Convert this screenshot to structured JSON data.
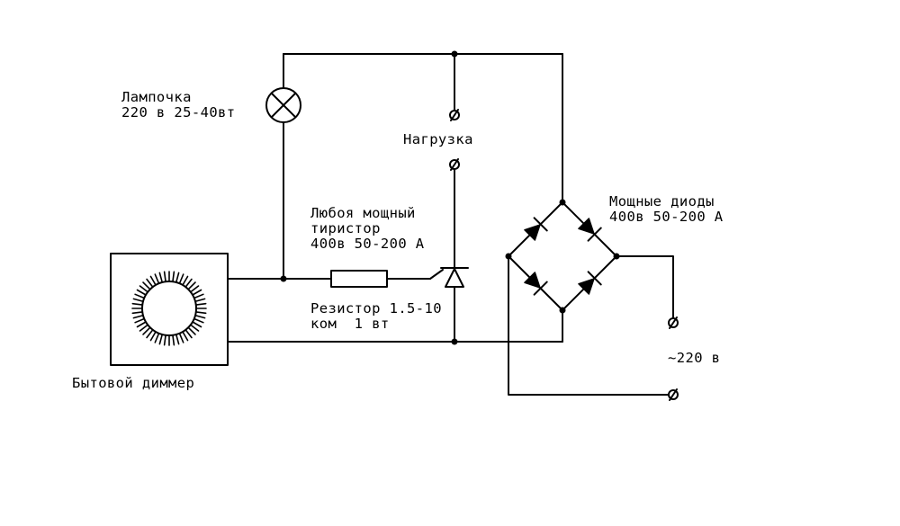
{
  "labels": {
    "lamp": [
      "Лампочка",
      "220 в 25-40вт"
    ],
    "load": "Нагрузка",
    "thyristor": [
      "Любоя мощный",
      "тиристор",
      "400в 50-200 А"
    ],
    "resistor": [
      "Резистор 1.5-10",
      "ком  1 вт"
    ],
    "dimmer": "Бытовой диммер",
    "diodes": [
      "Мощные диоды",
      "400в 50-200 А"
    ],
    "mains": "~220 в"
  },
  "colors": {
    "ink": "#000000",
    "background": "#ffffff"
  },
  "icons": [
    "lamp-symbol",
    "load-terminal",
    "resistor-symbol",
    "thyristor-symbol",
    "diode-symbol",
    "dimmer-knob",
    "mains-terminal"
  ]
}
